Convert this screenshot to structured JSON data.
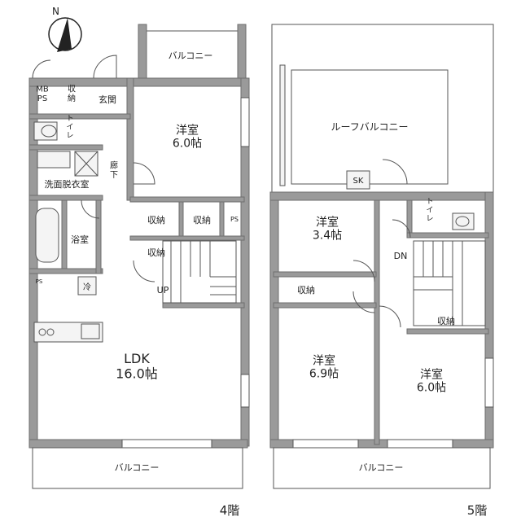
{
  "compass": {
    "north": "N"
  },
  "floor4": {
    "floor_label": "4階",
    "rooms": {
      "mbps": "MB\nPS",
      "storage_entry": "収\n納",
      "entrance": "玄関",
      "toilet": "ト\nイ\nレ",
      "washroom": "洗面脱衣室",
      "hall": "廊\n下",
      "western": "洋室\n6.0帖",
      "storage_a": "収納",
      "storage_b": "収納",
      "ps": "PS",
      "storage_c": "収納",
      "bath": "浴室",
      "fridge": "冷",
      "up": "UP",
      "ps_small": "PS",
      "ldk": "LDK\n16.0帖",
      "balcony_top": "バルコニー",
      "balcony_bottom": "バルコニー"
    }
  },
  "floor5": {
    "floor_label": "5階",
    "rooms": {
      "roof_balcony": "ルーフバルコニー",
      "sk": "SK",
      "western_small": "洋室\n3.4帖",
      "toilet": "ト\nイ\nレ",
      "dn": "DN",
      "storage_a": "収納",
      "storage_b": "収納",
      "western_mid": "洋室\n6.9帖",
      "western_right": "洋室\n6.0帖",
      "balcony": "バルコニー"
    }
  },
  "colors": {
    "wall": "#9a9a9a",
    "line": "#555555"
  }
}
